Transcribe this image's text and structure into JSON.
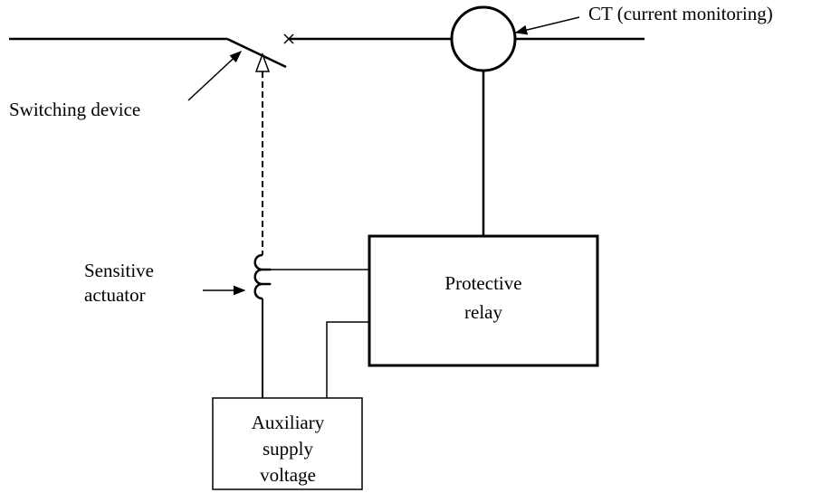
{
  "diagram": {
    "labels": {
      "ct": "CT (current monitoring)",
      "switching_device": "Switching device",
      "sensitive_actuator_line1": "Sensitive",
      "sensitive_actuator_line2": "actuator",
      "protective_relay_line1": "Protective",
      "protective_relay_line2": "relay",
      "aux_supply_line1": "Auxiliary",
      "aux_supply_line2": "supply",
      "aux_supply_line3": "voltage"
    },
    "colors": {
      "line": "#000000",
      "background": "#ffffff"
    }
  }
}
